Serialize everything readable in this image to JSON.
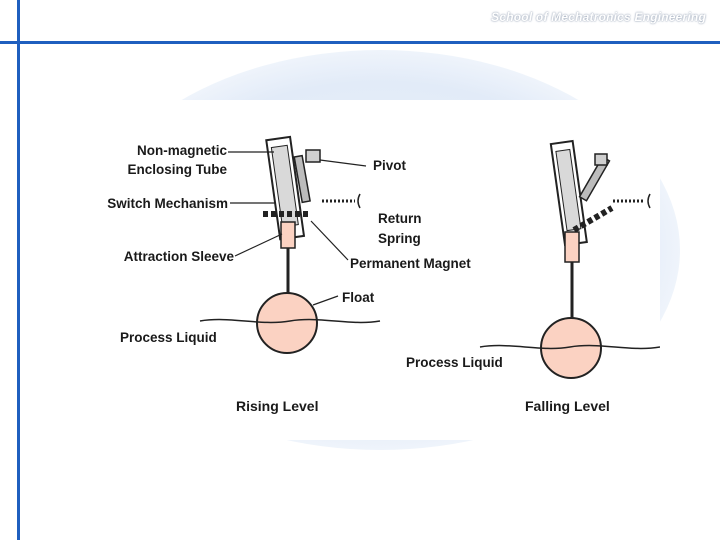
{
  "header": {
    "title": "School of Mechatronics Engineering"
  },
  "colors": {
    "accent": "#1f5fbf",
    "float": "#fbd2c2",
    "swoosh": "#dfe9f7"
  },
  "diagram": {
    "rising": {
      "label_nonmagnetic": "Non-magnetic",
      "label_enclosing": "Enclosing Tube",
      "label_switch": "Switch Mechanism",
      "label_sleeve": "Attraction Sleeve",
      "label_pivot": "Pivot",
      "label_return": "Return",
      "label_spring": "Spring",
      "label_magnet": "Permanent Magnet",
      "label_float": "Float",
      "label_liquid": "Process Liquid",
      "caption": "Rising Level"
    },
    "falling": {
      "label_liquid": "Process Liquid",
      "caption": "Falling Level"
    }
  }
}
